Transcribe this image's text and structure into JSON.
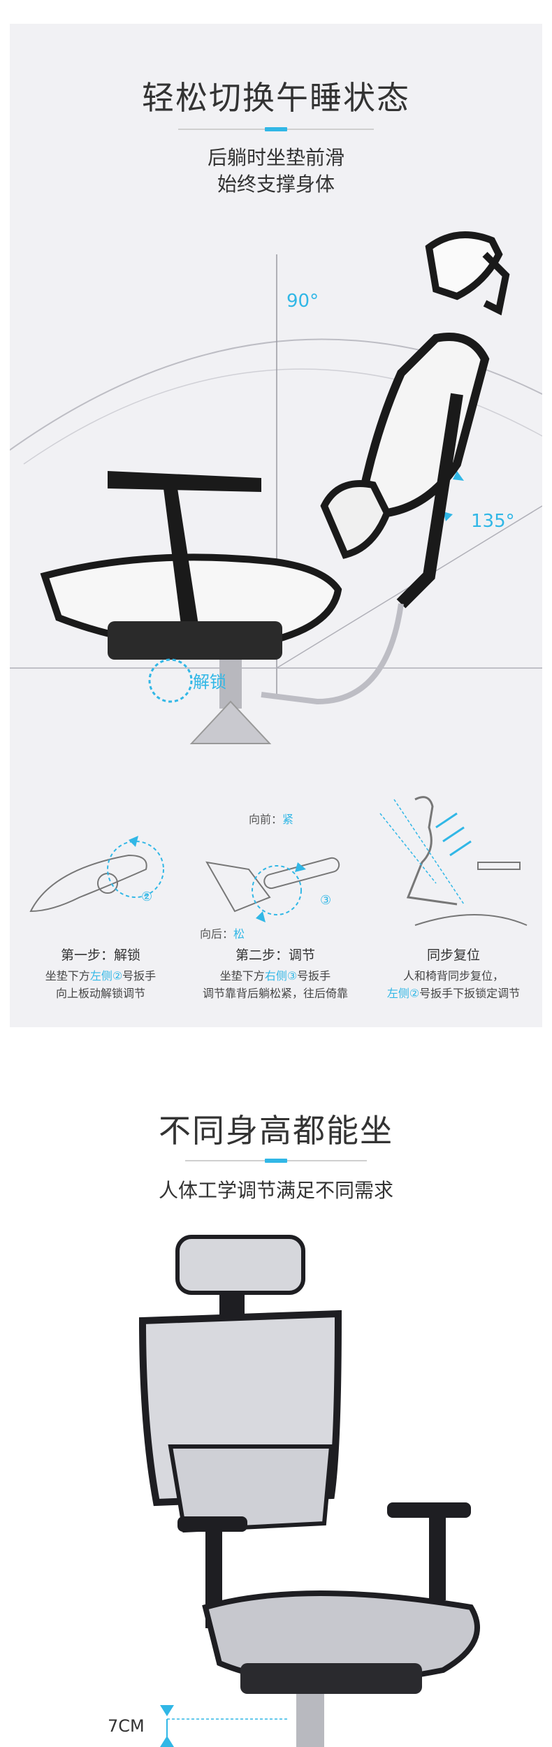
{
  "section1": {
    "title": "轻松切换午睡状态",
    "subtitle_line1": "后躺时坐垫前滑",
    "subtitle_line2": "始终支撑身体",
    "angle_90": "90°",
    "angle_135": "135°",
    "unlock_label": "解锁",
    "diagram2_front_prefix": "向前：",
    "diagram2_front_state": "紧",
    "diagram2_back_prefix": "向后：",
    "diagram2_back_state": "松",
    "lever_2": "②",
    "lever_3": "③",
    "steps": [
      {
        "title": "第一步：解锁",
        "line1_a": "坐垫下方",
        "line1_b": "左侧②",
        "line1_c": "号扳手",
        "line2": "向上板动解锁调节"
      },
      {
        "title": "第二步：调节",
        "line1_a": "坐垫下方",
        "line1_b": "右侧③",
        "line1_c": "号扳手",
        "line2": "调节靠背后躺松紧，往后倚靠"
      },
      {
        "title": "同步复位",
        "line1": "人和椅背同步复位，",
        "line2_a": "左侧②",
        "line2_b": "号扳手下扳锁定调节"
      }
    ]
  },
  "section2": {
    "title": "不同身高都能坐",
    "subtitle": "人体工学调节满足不同需求",
    "height_label": "7CM"
  },
  "colors": {
    "accent": "#31b7e6",
    "panel_bg": "#f1f1f4",
    "text": "#333333"
  }
}
